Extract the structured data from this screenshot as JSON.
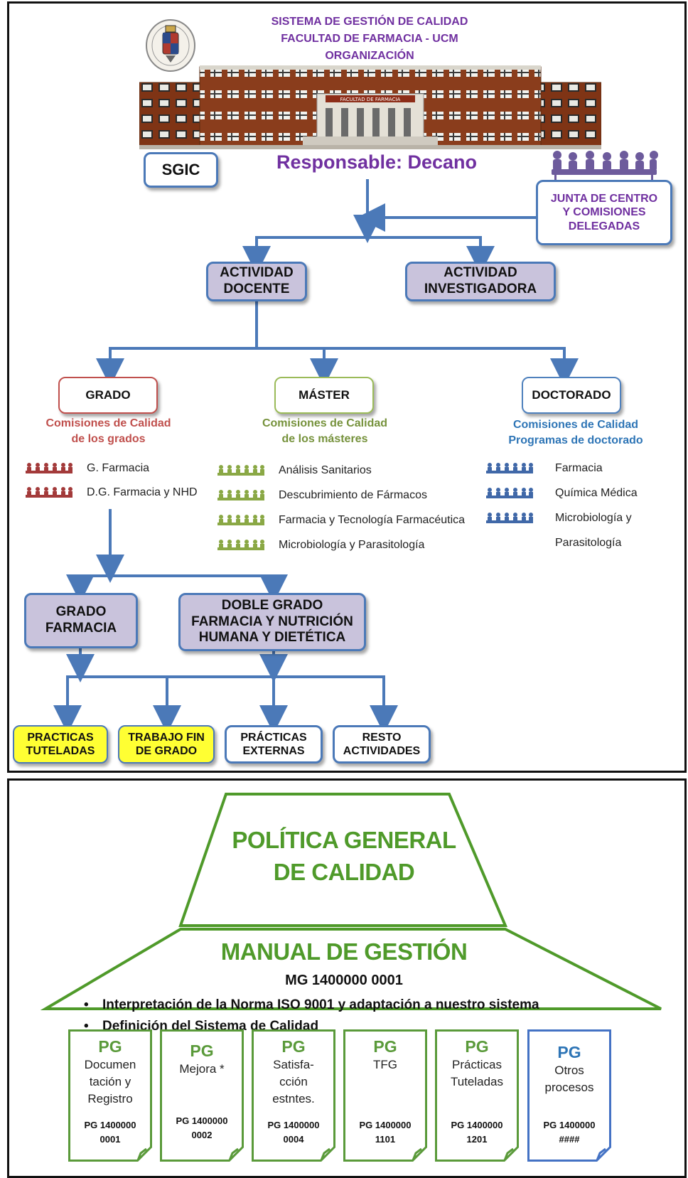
{
  "header": {
    "line1": "SISTEMA DE GESTIÓN DE CALIDAD",
    "line2": "FACULTAD DE FARMACIA - UCM",
    "line3": "ORGANIZACIÓN",
    "building_sign": "FACULTAD DE FARMACIA"
  },
  "sgic": "SGIC",
  "responsable": "Responsable: Decano",
  "junta": [
    "JUNTA DE CENTRO",
    "Y COMISIONES",
    "DELEGADAS"
  ],
  "actividad_docente": [
    "ACTIVIDAD",
    "DOCENTE"
  ],
  "actividad_investigadora": [
    "ACTIVIDAD",
    "INVESTIGADORA"
  ],
  "grado": {
    "label": "GRADO",
    "comision": [
      "Comisiones de  Calidad",
      "de los grados"
    ],
    "items": [
      "G. Farmacia",
      "D.G. Farmacia y NHD"
    ]
  },
  "master": {
    "label": "MÁSTER",
    "comision": [
      "Comisiones de  Calidad",
      "de los másteres"
    ],
    "items": [
      "Análisis Sanitarios",
      "Descubrimiento de Fármacos",
      "Farmacia y Tecnología Farmacéutica",
      "Microbiología y Parasitología"
    ]
  },
  "doctorado": {
    "label": "DOCTORADO",
    "comision": [
      "Comisiones de  Calidad",
      "Programas de doctorado"
    ],
    "items": [
      "Farmacia",
      "Química Médica",
      "Microbiología y",
      "Parasitología"
    ]
  },
  "grado_farmacia": [
    "GRADO",
    "FARMACIA"
  ],
  "doble_grado": [
    "DOBLE GRADO",
    "FARMACIA Y NUTRICIÓN",
    "HUMANA Y DIETÉTICA"
  ],
  "bottom_boxes": [
    [
      "PRACTICAS",
      "TUTELADAS"
    ],
    [
      "TRABAJO FIN",
      "DE GRADO"
    ],
    [
      "PRÁCTICAS",
      "EXTERNAS"
    ],
    [
      "RESTO",
      "ACTIVIDADES"
    ]
  ],
  "pyramid": {
    "top": [
      "POLÍTICA GENERAL",
      "DE CALIDAD"
    ],
    "manual_title": "MANUAL DE GESTIÓN",
    "manual_code": "MG 1400000 0001",
    "bullets": [
      "Interpretación de la Norma ISO 9001 y adaptación a nuestro sistema",
      "Definición del Sistema de Calidad"
    ]
  },
  "procedures": [
    {
      "tag": "PG",
      "name": "Documen\ntación y\nRegistro",
      "code": "PG 1400000\n0001"
    },
    {
      "tag": "PG",
      "name": "Mejora *",
      "code": "PG 1400000\n0002"
    },
    {
      "tag": "PG",
      "name": "Satisfa-\ncción\nestntes.",
      "code": "PG 1400000\n0004"
    },
    {
      "tag": "PG",
      "name": "TFG",
      "code": "PG 1400000\n1101"
    },
    {
      "tag": "PG",
      "name": "Prácticas\nTuteladas",
      "code": "PG 1400000\n1201"
    },
    {
      "tag": "PG",
      "name": "Otros\nprocesos",
      "code": "PG 1400000\n####"
    }
  ],
  "colors": {
    "purple": "#7030a0",
    "arrow_blue": "#4b79b8",
    "red": "#c0504d",
    "olive": "#76923c",
    "blue": "#2e75b6",
    "green": "#5a9a3a",
    "pyramid_green": "#4f9a2a"
  }
}
